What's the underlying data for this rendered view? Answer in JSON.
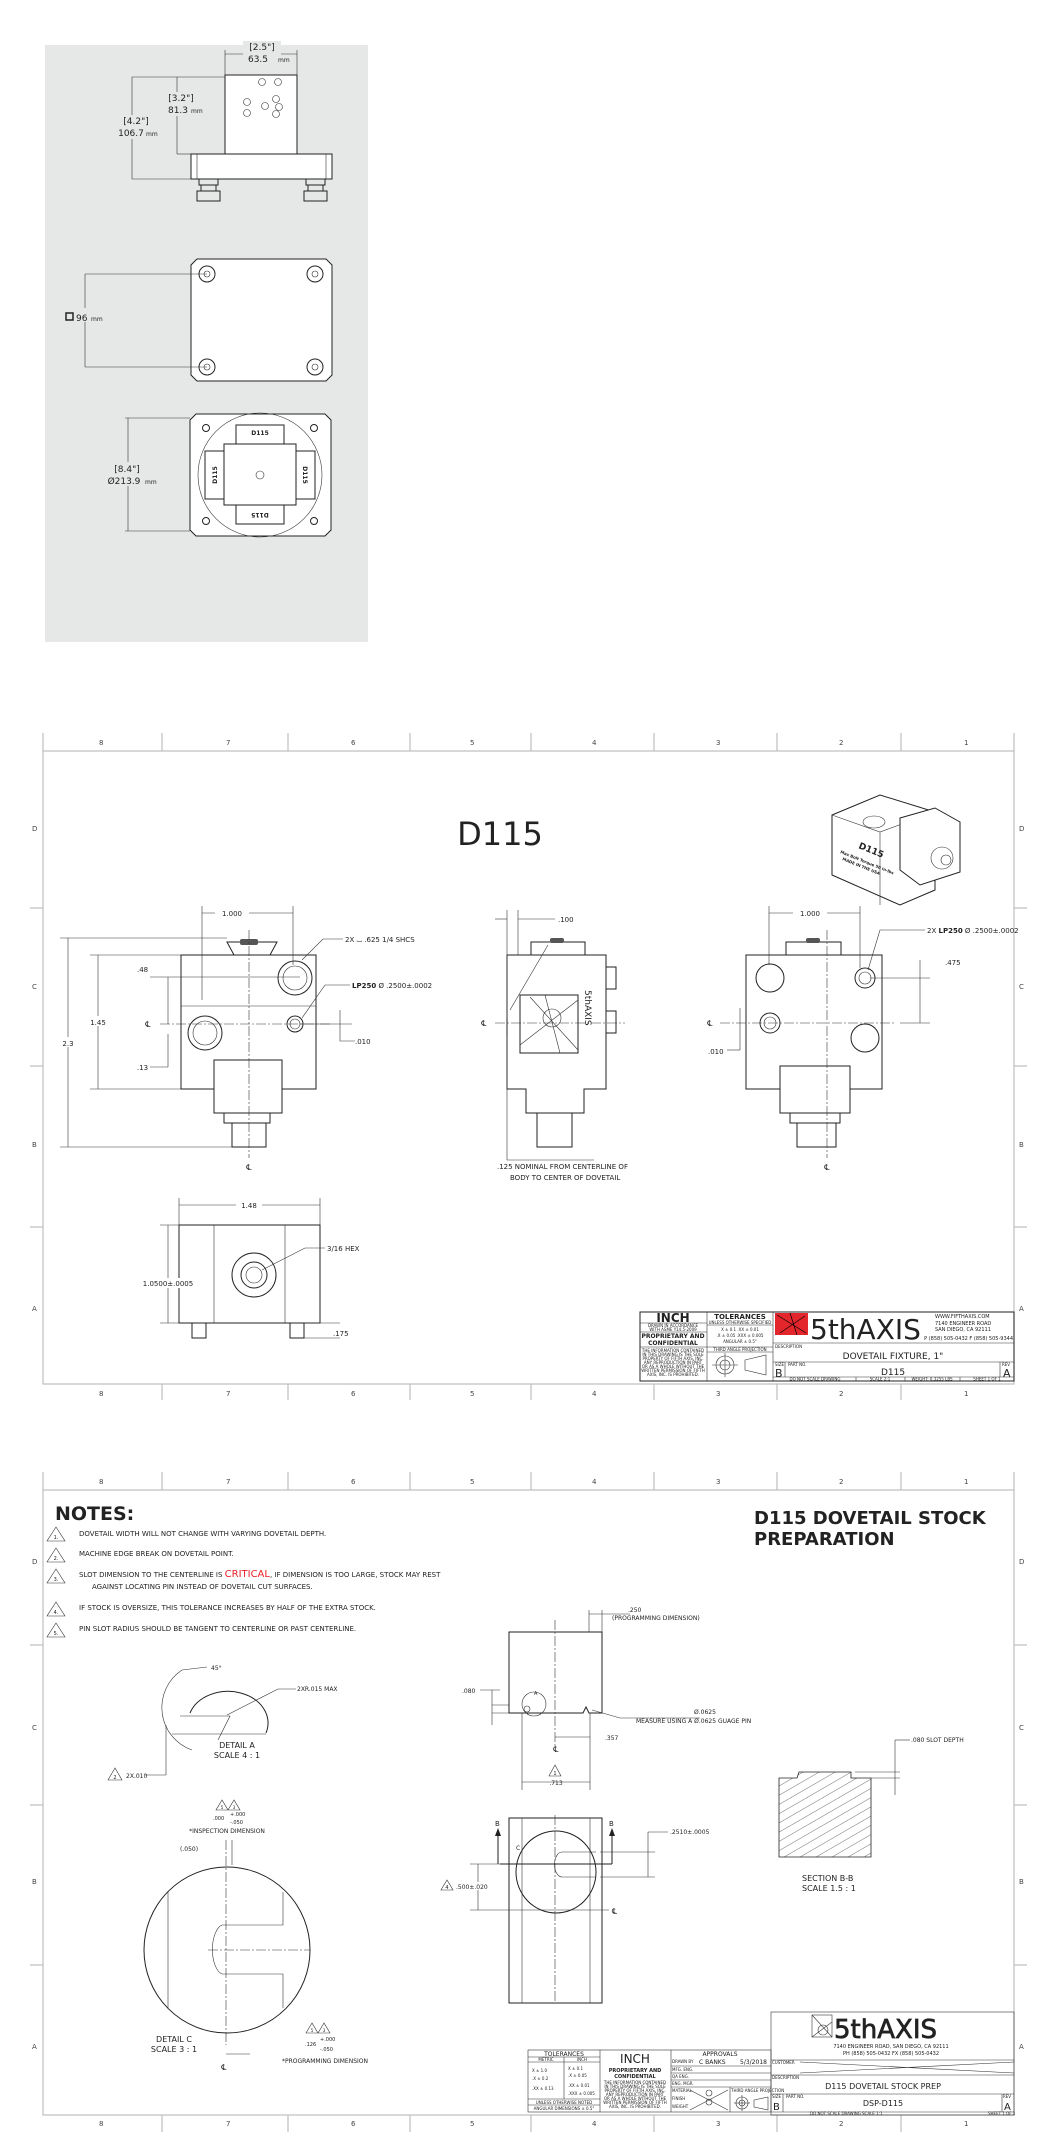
{
  "overview": {
    "unit": "mm",
    "width_in": "[2.5\"]",
    "width_mm": "63.5",
    "height_in": "[3.2\"]",
    "height_mm": "81.3",
    "total_in": "[4.2\"]",
    "total_mm": "106.7",
    "square_mm": "96",
    "dia_in": "[8.4\"]",
    "dia_mm": "Ø213.9",
    "module_label": "D115"
  },
  "sheet1": {
    "zones_top": [
      "8",
      "7",
      "6",
      "5",
      "4",
      "3",
      "2",
      "1"
    ],
    "zones_side": [
      "D",
      "C",
      "B",
      "A"
    ],
    "title": "D115",
    "iso": {
      "label": "D115",
      "line1": "Max Bolt Torque 50 in-lbs",
      "line2": "MADE IN THE USA"
    },
    "left_view": {
      "width": "1.000",
      "shcs": "2X ⌴ .625 1/4 SHCS",
      "lp_bold": "LP250",
      "lp_tol": "Ø .2500±.0002",
      "d48": ".48",
      "d13": ".13",
      "d145": "1.45",
      "d23": "2.3",
      "d010": ".010",
      "cl": "℄"
    },
    "mid_view": {
      "d100": ".100",
      "cl": "℄",
      "note1": ".125 NOMINAL FROM CENTERLINE OF",
      "note2": "BODY TO CENTER OF DOVETAIL",
      "logo": "5thAXIS"
    },
    "right_view": {
      "width": "1.000",
      "lp_prefix": "2X",
      "lp_bold": "LP250",
      "lp_tol": "Ø .2500±.0002",
      "d475": ".475",
      "d010": ".010",
      "cl": "℄"
    },
    "bottom_view": {
      "width": "1.48",
      "height": "1.0500±.0005",
      "hex": "3/16 HEX",
      "d175": ".175"
    },
    "title_block": {
      "units": "INCH",
      "asme1": "DRAWN IN ACCORDANCE",
      "asme2": "WITH ASME Y14.5-2009",
      "prop1": "PROPRIETARY AND",
      "prop2": "CONFIDENTIAL",
      "prop_text": [
        "THE INFORMATION CONTAINED",
        "IN THIS DRAWING IS THE SOLE",
        "PROPERTY OF FIFTH AXIS, INC.",
        "ANY REPRODUCTION IN PART",
        "OR AS A WHOLE WITHOUT THE",
        "WRITTEN PERMISSION OF FIFTH",
        "AXIS, INC. IS PROHIBITED."
      ],
      "tolerances": "TOLERANCES",
      "unless": "UNLESS OTHERWISE SPECIFIED",
      "tol1": "X ± 0.1    .XX ± 0.01",
      "tol2": ".X ± 0.05  .XXX ± 0.005",
      "tol3": "ANGULAR ± 0.5°",
      "projection": "THIRD ANGLE PROJECTION",
      "logo": "5thAXIS",
      "web": "WWW.FIFTHAXIS.COM",
      "addr1": "7140 ENGINEER ROAD",
      "addr2": "SAN DIEGO, CA 92111",
      "phone": "P (858) 505-0432 F (858) 505-9344",
      "desc_label": "DESCRIPTION",
      "description": "DOVETAIL FIXTURE, 1\"",
      "size_label": "SIZE",
      "size": "B",
      "part_label": "PART NO.",
      "part_no": "D115",
      "rev_label": "REV",
      "rev": "A",
      "no_scale": "DO NOT SCALE DRAWING",
      "scale": "SCALE 2:1",
      "weight": "WEIGHT: 0.3255 LBS",
      "sheet": "SHEET 1 OF 1"
    }
  },
  "sheet2": {
    "zones_top": [
      "8",
      "7",
      "6",
      "5",
      "4",
      "3",
      "2",
      "1"
    ],
    "zones_side": [
      "D",
      "C",
      "B",
      "A"
    ],
    "notes_title": "NOTES:",
    "notes": [
      {
        "num": "1.",
        "text": "DOVETAIL WIDTH  WILL NOT CHANGE WITH VARYING DOVETAIL DEPTH."
      },
      {
        "num": "2.",
        "text": "MACHINE EDGE BREAK ON DOVETAIL POINT."
      },
      {
        "num": "3.",
        "pre": "SLOT DIMENSION TO THE CENTERLINE IS ",
        "critical": "CRITICAL",
        "post": ", IF DIMENSION IS TOO LARGE, STOCK MAY REST",
        "cont": "AGAINST LOCATING PIN INSTEAD OF DOVETAIL CUT SURFACES."
      },
      {
        "num": "4.",
        "text": "IF STOCK IS OVERSIZE, THIS TOLERANCE INCREASES BY HALF OF THE EXTRA STOCK."
      },
      {
        "num": "5.",
        "text": "PIN SLOT RADIUS SHOULD BE TANGENT TO CENTERLINE OR PAST CENTERLINE."
      }
    ],
    "title1": "D115 DOVETAIL STOCK",
    "title2": "PREPARATION",
    "critical_color": "#e8202a",
    "top_view": {
      "d250": ".250",
      "prog": "(PROGRAMMING DIMENSION)",
      "d080": ".080",
      "dia": "Ø.0625",
      "measure": "MEASURE USING A Ø.0625 GUAGE PIN",
      "d357": ".357",
      "d713": ".713",
      "note_ref": "1",
      "detail_ref": "A",
      "cl": "℄"
    },
    "detail_a": {
      "angle": "45°",
      "radius": "2XR.015 MAX",
      "name": "DETAIL A",
      "scale": "SCALE 4 : 1",
      "d010": "2X.010",
      "note_ref": "2"
    },
    "detail_c": {
      "refs": [
        "5",
        "3"
      ],
      "plus": "+.000",
      "base": ".000",
      "minus": "-.050",
      "inspection": "*INSPECTION DIMENSION",
      "d050": "(.050)",
      "name": "DETAIL C",
      "scale": "SCALE 3 : 1",
      "prog_base": ".126",
      "prog_plus": "+.000",
      "prog_minus": "-.050",
      "programming": "*PROGRAMMING DIMENSION",
      "cl": "℄"
    },
    "front_view": {
      "b": "B",
      "c": "C",
      "d2510": ".2510±.0005",
      "d500": ".500±.020",
      "note_ref": "4",
      "cl": "℄"
    },
    "section": {
      "depth": ".080 SLOT DEPTH",
      "name": "SECTION B-B",
      "scale": "SCALE 1.5 : 1"
    },
    "title_block": {
      "tolerances": "TOLERANCES",
      "metric": "METRIC",
      "inch": "INCH",
      "m1": "X ± 1.0",
      "m2": ".X ± 0.2",
      "m3": ".XX ± 0.13",
      "i1": "X ± 0.1",
      "i2": ".X ± 0.05",
      "i3": ".XX ± 0.01",
      "i4": ".XXX ± 0.005",
      "unless": "UNLESS OTHERWISE NOTED",
      "angular": "ANGULAR DIMENSIONS ± 0.5°",
      "units": "INCH",
      "prop1": "PROPRIETARY AND",
      "prop2": "CONFIDENTIAL",
      "prop_text": [
        "THE INFORMATION CONTAINED",
        "IN THIS DRAWING IS THE SOLE",
        "PROPERTY OF FIFTH AXIS, INC.",
        "ANY REPRODUCTION IN PART",
        "OR AS A WHOLE WITHOUT THE",
        "WRITTEN PERMISSION OF FIFTH",
        "AXIS, INC. IS PROHIBITED."
      ],
      "approvals": "APPROVALS",
      "drawn_by_label": "DRAWN BY",
      "drawn_by": "C BANKS",
      "date": "5/3/2018",
      "mfg": "MFG. ENG.",
      "qa": "QA ENG.",
      "mgr": "ENG. MGR.",
      "material": "MATERIAL",
      "finish": "FINISH",
      "weight": "WEIGHT",
      "projection": "THIRD ANGLE PROJECTION",
      "logo": "5thAXIS",
      "addr": "7140 ENGINEER ROAD, SAN DIEGO, CA 92111",
      "phone": "PH (858) 505-0432 FX (858) 505-0432",
      "customer_label": "CUSTOMER",
      "desc_label": "DESCRIPTION",
      "description": "D115 DOVETAIL STOCK PREP",
      "size_label": "SIZE",
      "size": "B",
      "part_label": "PART NO.",
      "part_no": "DSP-D115",
      "rev_label": "REV",
      "rev": "A",
      "no_scale": "DO NOT SCALE DRAWING",
      "scale": "SCALE 1:1",
      "sheet": "SHEET 1 OF 1"
    }
  }
}
